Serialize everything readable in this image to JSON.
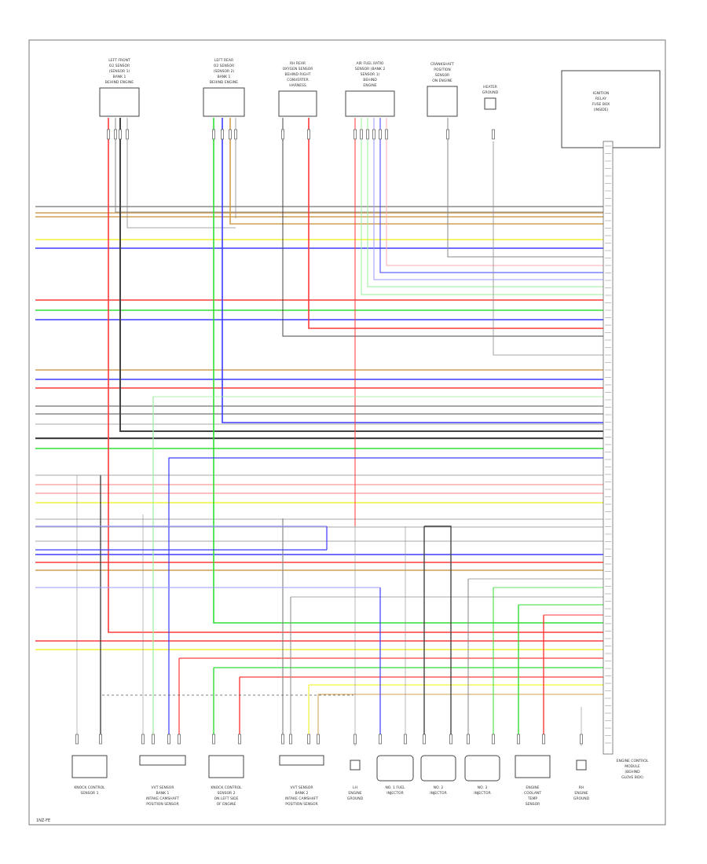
{
  "frame": {
    "border_color": "#777777"
  },
  "colors": {
    "red": "#ff3b3b",
    "green": "#33dd33",
    "blue": "#3d3dff",
    "yellow": "#f2f23a",
    "orange": "#d2a050",
    "gray": "#8a8a8a",
    "black": "#444444",
    "pink": "#ffaaaa",
    "lightgreen": "#99ee99",
    "lightblue": "#9999ff"
  },
  "top_components": [
    {
      "name": "top-component-left-front-sensor",
      "lines": [
        "LEFT FRONT",
        "O2 SENSOR",
        "(SENSOR 1)",
        "BANK 1",
        "BEHIND ENGINE"
      ]
    },
    {
      "name": "top-component-left-rear-sensor",
      "lines": [
        "LEFT REAR",
        "O2 SENSOR",
        "(SENSOR 2)",
        "BANK 1",
        "BEHIND ENGINE"
      ]
    },
    {
      "name": "top-component-rh-rear-sensor",
      "lines": [
        "RH REAR",
        "OXYGEN SENSOR",
        "BEHIND RIGHT",
        "CONVERTER",
        "HARNESS"
      ]
    },
    {
      "name": "top-component-air-fuel-sensor",
      "lines": [
        "AIR FUEL RATIO",
        "SENSOR (BANK 2",
        "SENSOR 1)",
        "BEHIND",
        "ENGINE"
      ]
    },
    {
      "name": "top-component-crankshaft-switch",
      "lines": [
        "CRANKSHAFT",
        "POSITION",
        "SENSOR",
        "ON ENGINE"
      ]
    },
    {
      "name": "top-component-heater-ground",
      "lines": [
        "HEATER",
        "GROUND"
      ]
    },
    {
      "name": "top-component-fuse-relay",
      "lines": [
        "IGNITION",
        "RELAY",
        "FUSE BOX",
        "(INSIDE)"
      ]
    }
  ],
  "bottom_components": [
    {
      "name": "bottom-component-knock-sensor-1",
      "lines": [
        "KNOCK CONTROL",
        "SENSOR 1"
      ]
    },
    {
      "name": "bottom-component-vvt-sensor-1",
      "lines": [
        "VVT SENSOR",
        "BANK 1",
        "INTAKE CAMSHAFT",
        "POSITION SENSOR"
      ]
    },
    {
      "name": "bottom-component-knock-sensor-2",
      "lines": [
        "KNOCK CONTROL",
        "SENSOR 2",
        "ON LEFT SIDE",
        "OF ENGINE"
      ]
    },
    {
      "name": "bottom-component-vvt-sensor-2",
      "lines": [
        "VVT SENSOR",
        "BANK 2",
        "INTAKE CAMSHAFT",
        "POSITION SENSOR"
      ]
    },
    {
      "name": "bottom-component-ground-1",
      "lines": [
        "LH",
        "ENGINE",
        "GROUND"
      ]
    },
    {
      "name": "bottom-component-injector-1",
      "lines": [
        "NO. 1 FUEL",
        "INJECTOR"
      ]
    },
    {
      "name": "bottom-component-injector-2",
      "lines": [
        "NO. 2",
        "INJECTOR"
      ]
    },
    {
      "name": "bottom-component-injector-3",
      "lines": [
        "NO. 3",
        "INJECTOR"
      ]
    },
    {
      "name": "bottom-component-thermo",
      "lines": [
        "ENGINE",
        "COOLANT",
        "TEMP",
        "SENSOR"
      ]
    },
    {
      "name": "bottom-component-ground-2",
      "lines": [
        "RH",
        "ENGINE",
        "GROUND"
      ]
    }
  ],
  "ecm": {
    "label_lines": [
      "ENGINE CONTROL",
      "MODULE",
      "(BEHIND",
      "GLOVE BOX)"
    ]
  },
  "footer": {
    "code": "1NZ-FE"
  }
}
